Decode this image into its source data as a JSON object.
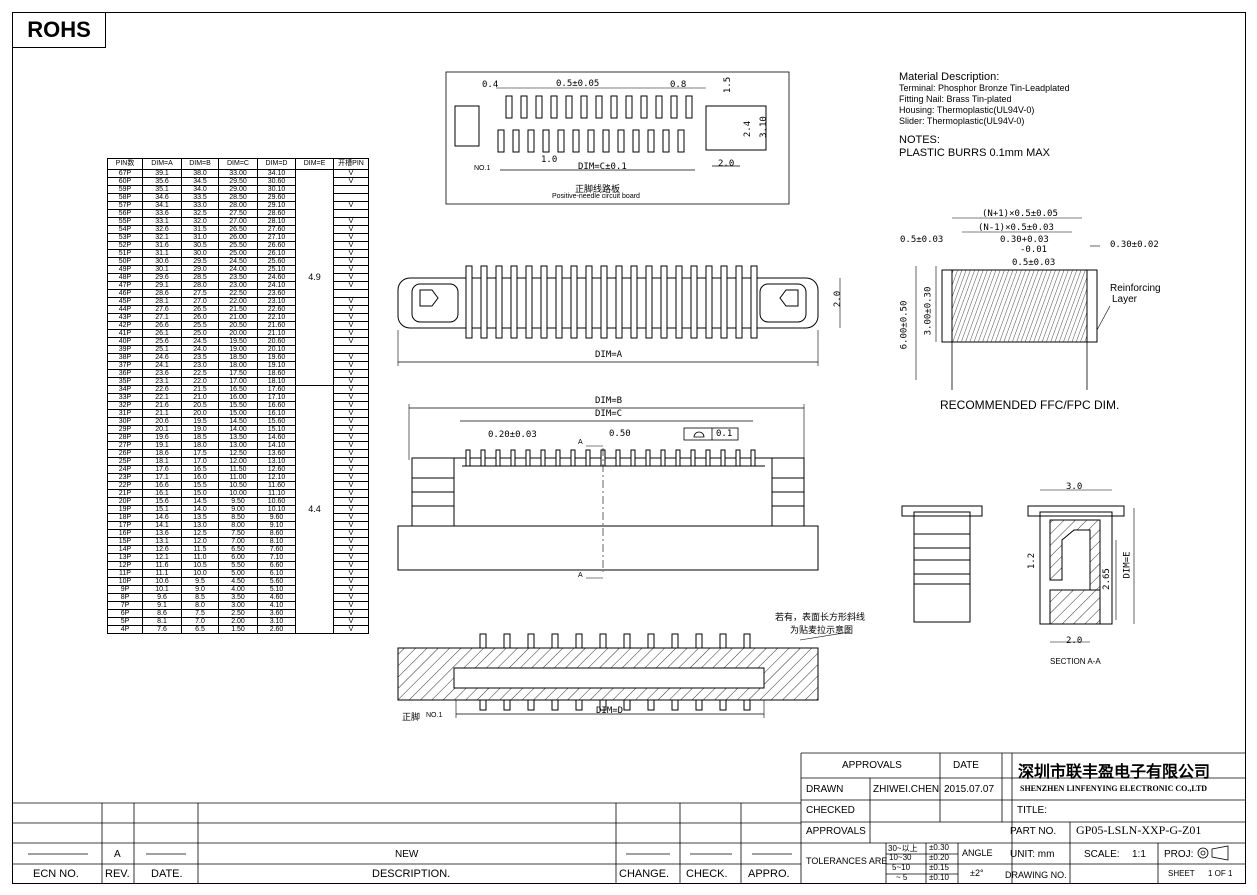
{
  "rohs": "ROHS",
  "material": {
    "title": "Material Description:",
    "lines": [
      "Terminal: Phosphor Bronze Tin-Leadplated",
      "Fitting Nail: Brass Tin-plated",
      "Housing: Thermoplastic(UL94V-0)",
      "Slider: Thermoplastic(UL94V-0)"
    ]
  },
  "notes": {
    "title": "NOTES:",
    "line": "PLASTIC BURRS 0.1mm MAX"
  },
  "pcb": {
    "d04": "0.4",
    "d05": "0.5±0.05",
    "d08": "0.8",
    "d15": "1.5",
    "d24": "2.4",
    "d310": "3.10",
    "d10": "1.0",
    "d20": "2.0",
    "dimc": "DIM=C±0.1",
    "no1": "NO.1",
    "cn": "正脚线路板",
    "en": "Positive-needle circuit board"
  },
  "top_view": {
    "dima": "DIM=A",
    "d20": "2.0"
  },
  "front_view": {
    "dimb": "DIM=B",
    "dimc": "DIM=C",
    "d020": "0.20±0.03",
    "d050": "0.50",
    "tol": "0.1",
    "a": "A"
  },
  "bottom_view": {
    "dimd": "DIM=D",
    "no1": "NO.1",
    "zhengjiao": "正脚",
    "note1": "若有，表面长方形斜线",
    "note2": "为贴麦拉示意图"
  },
  "ffc": {
    "d1": "(N+1)×0.5±0.05",
    "d2": "(N-1)×0.5±0.03",
    "d3": "0.30+0.03",
    "d3b": "-0.01",
    "d4": "0.5±0.03",
    "d5": "0.5±0.03",
    "d6": "0.30±0.02",
    "d7": "6.00±0.50",
    "d8": "3.00±0.30",
    "reinforcing": "Reinforcing",
    "layer": "Layer",
    "caption": "RECOMMENDED FFC/FPC DIM."
  },
  "section": {
    "d30": "3.0",
    "d12": "1.2",
    "d265": "2.65",
    "dime": "DIM=E",
    "d20": "2.0",
    "caption": "SECTION  A-A"
  },
  "table": {
    "headers": [
      "PIN数",
      "DIM=A",
      "DIM=B",
      "DIM=C",
      "DIM=D",
      "DIM=E",
      "开槽PIN"
    ],
    "e_top": "4.9",
    "e_bot": "4.4",
    "rows": [
      [
        "67P",
        "39.1",
        "38.0",
        "33.00",
        "34.10",
        "V"
      ],
      [
        "60P",
        "35.6",
        "34.5",
        "29.50",
        "30.60",
        "V"
      ],
      [
        "59P",
        "35.1",
        "34.0",
        "29.00",
        "30.10",
        ""
      ],
      [
        "58P",
        "34.6",
        "33.5",
        "28.50",
        "29.60",
        ""
      ],
      [
        "57P",
        "34.1",
        "33.0",
        "28.00",
        "29.10",
        "V"
      ],
      [
        "56P",
        "33.6",
        "32.5",
        "27.50",
        "28.60",
        ""
      ],
      [
        "55P",
        "33.1",
        "32.0",
        "27.00",
        "28.10",
        "V"
      ],
      [
        "54P",
        "32.6",
        "31.5",
        "26.50",
        "27.60",
        "V"
      ],
      [
        "53P",
        "32.1",
        "31.0",
        "26.00",
        "27.10",
        "V"
      ],
      [
        "52P",
        "31.6",
        "30.5",
        "25.50",
        "26.60",
        "V"
      ],
      [
        "51P",
        "31.1",
        "30.0",
        "25.00",
        "26.10",
        "V"
      ],
      [
        "50P",
        "30.6",
        "29.5",
        "24.50",
        "25.60",
        "V"
      ],
      [
        "49P",
        "30.1",
        "29.0",
        "24.00",
        "25.10",
        "V"
      ],
      [
        "48P",
        "29.6",
        "28.5",
        "23.50",
        "24.60",
        "V"
      ],
      [
        "47P",
        "29.1",
        "28.0",
        "23.00",
        "24.10",
        "V"
      ],
      [
        "46P",
        "28.6",
        "27.5",
        "22.50",
        "23.60",
        ""
      ],
      [
        "45P",
        "28.1",
        "27.0",
        "22.00",
        "23.10",
        "V"
      ],
      [
        "44P",
        "27.6",
        "26.5",
        "21.50",
        "22.60",
        "V"
      ],
      [
        "43P",
        "27.1",
        "26.0",
        "21.00",
        "22.10",
        "V"
      ],
      [
        "42P",
        "26.6",
        "25.5",
        "20.50",
        "21.60",
        "V"
      ],
      [
        "41P",
        "26.1",
        "25.0",
        "20.00",
        "21.10",
        "V"
      ],
      [
        "40P",
        "25.6",
        "24.5",
        "19.50",
        "20.60",
        "V"
      ],
      [
        "39P",
        "25.1",
        "24.0",
        "19.00",
        "20.10",
        ""
      ],
      [
        "38P",
        "24.6",
        "23.5",
        "18.50",
        "19.60",
        "V"
      ],
      [
        "37P",
        "24.1",
        "23.0",
        "18.00",
        "19.10",
        "V"
      ],
      [
        "36P",
        "23.6",
        "22.5",
        "17.50",
        "18.60",
        "V"
      ],
      [
        "35P",
        "23.1",
        "22.0",
        "17.00",
        "18.10",
        "V"
      ],
      [
        "34P",
        "22.6",
        "21.5",
        "16.50",
        "17.60",
        "V"
      ],
      [
        "33P",
        "22.1",
        "21.0",
        "16.00",
        "17.10",
        "V"
      ],
      [
        "32P",
        "21.6",
        "20.5",
        "15.50",
        "16.60",
        "V"
      ],
      [
        "31P",
        "21.1",
        "20.0",
        "15.00",
        "16.10",
        "V"
      ],
      [
        "30P",
        "20.6",
        "19.5",
        "14.50",
        "15.60",
        "V"
      ],
      [
        "29P",
        "20.1",
        "19.0",
        "14.00",
        "15.10",
        "V"
      ],
      [
        "28P",
        "19.6",
        "18.5",
        "13.50",
        "14.60",
        "V"
      ],
      [
        "27P",
        "19.1",
        "18.0",
        "13.00",
        "14.10",
        "V"
      ],
      [
        "26P",
        "18.6",
        "17.5",
        "12.50",
        "13.60",
        "V"
      ],
      [
        "25P",
        "18.1",
        "17.0",
        "12.00",
        "13.10",
        "V"
      ],
      [
        "24P",
        "17.6",
        "16.5",
        "11.50",
        "12.60",
        "V"
      ],
      [
        "23P",
        "17.1",
        "16.0",
        "11.00",
        "12.10",
        "V"
      ],
      [
        "22P",
        "16.6",
        "15.5",
        "10.50",
        "11.60",
        "V"
      ],
      [
        "21P",
        "16.1",
        "15.0",
        "10.00",
        "11.10",
        "V"
      ],
      [
        "20P",
        "15.6",
        "14.5",
        "9.50",
        "10.60",
        "V"
      ],
      [
        "19P",
        "15.1",
        "14.0",
        "9.00",
        "10.10",
        "V"
      ],
      [
        "18P",
        "14.6",
        "13.5",
        "8.50",
        "9.60",
        "V"
      ],
      [
        "17P",
        "14.1",
        "13.0",
        "8.00",
        "9.10",
        "V"
      ],
      [
        "16P",
        "13.6",
        "12.5",
        "7.50",
        "8.60",
        "V"
      ],
      [
        "15P",
        "13.1",
        "12.0",
        "7.00",
        "8.10",
        "V"
      ],
      [
        "14P",
        "12.6",
        "11.5",
        "6.50",
        "7.60",
        "V"
      ],
      [
        "13P",
        "12.1",
        "11.0",
        "6.00",
        "7.10",
        "V"
      ],
      [
        "12P",
        "11.6",
        "10.5",
        "5.50",
        "6.60",
        "V"
      ],
      [
        "11P",
        "11.1",
        "10.0",
        "5.00",
        "6.10",
        "V"
      ],
      [
        "10P",
        "10.6",
        "9.5",
        "4.50",
        "5.60",
        "V"
      ],
      [
        "9P",
        "10.1",
        "9.0",
        "4.00",
        "5.10",
        "V"
      ],
      [
        "8P",
        "9.6",
        "8.5",
        "3.50",
        "4.60",
        "V"
      ],
      [
        "7P",
        "9.1",
        "8.0",
        "3.00",
        "4.10",
        "V"
      ],
      [
        "6P",
        "8.6",
        "7.5",
        "2.50",
        "3.60",
        "V"
      ],
      [
        "5P",
        "8.1",
        "7.0",
        "2.00",
        "3.10",
        "V"
      ],
      [
        "4P",
        "7.6",
        "6.5",
        "1.50",
        "2.60",
        "V"
      ]
    ]
  },
  "title_block": {
    "approvals": "APPROVALS",
    "date": "DATE",
    "company_cn": "深圳市联丰盈电子有限公司",
    "company_en": "SHENZHEN LINFENYING ELECTRONIC CO.,LTD",
    "drawn": "DRAWN",
    "drawn_by": "ZHIWEI.CHEN",
    "drawn_date": "2015.07.07",
    "checked": "CHECKED",
    "title": "TITLE:",
    "approvals2": "APPROVALS",
    "part_no": "PART NO.",
    "part_value": "GP05-LSLN-XXP-G-Z01",
    "tolerances": "TOLERANCES ARE",
    "tol_ranges": [
      "30~以上",
      "10~30",
      "5~10",
      "~ 5"
    ],
    "tol_values": [
      "±0.30",
      "±0.20",
      "±0.15",
      "±0.10"
    ],
    "angle": "ANGLE",
    "angle_val": "±2°",
    "unit": "UNIT:  mm",
    "scale": "SCALE:",
    "scale_val": "1:1",
    "proj": "PROJ:",
    "drawing_no": "DRAWING NO.",
    "sheet": "SHEET",
    "sheet_val": "1  OF  1"
  },
  "revision": {
    "rev": "A",
    "desc": "NEW",
    "ecn": "ECN NO.",
    "rev_h": "REV.",
    "date_h": "DATE.",
    "desc_h": "DESCRIPTION.",
    "change": "CHANGE.",
    "check": "CHECK.",
    "appro": "APPRO."
  }
}
